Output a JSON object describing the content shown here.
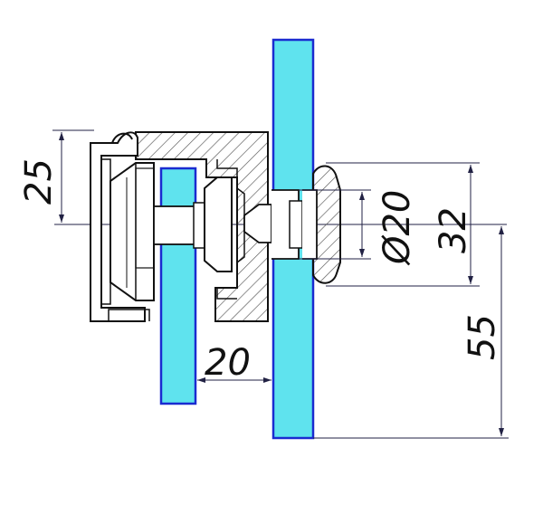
{
  "drawing": {
    "dimensions": {
      "height_25": "25",
      "gap_20": "20",
      "diameter_20": "Ø20",
      "height_32": "32",
      "height_55": "55"
    },
    "colors": {
      "glass_fill": "#5fe3ee",
      "glass_edge": "#1a2bd0",
      "line": "#111111",
      "hatch": "#555555",
      "dim_line": "#222244",
      "background": "#ffffff"
    }
  }
}
